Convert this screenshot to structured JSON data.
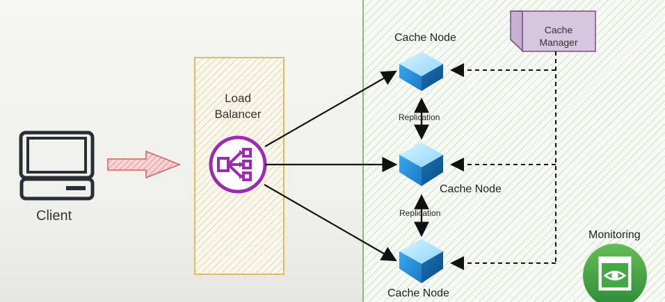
{
  "client": {
    "label": "Client",
    "icon": "computer-icon"
  },
  "load_balancer": {
    "line1": "Load",
    "line2": "Balancer",
    "icon": "load-balancer-icon"
  },
  "cache_nodes": [
    {
      "label": "Cache Node",
      "icon": "cube-icon"
    },
    {
      "label": "Cache Node",
      "icon": "cube-icon"
    },
    {
      "label": "Cache Node",
      "icon": "cube-icon"
    }
  ],
  "replication": [
    {
      "label": "Replication"
    },
    {
      "label": "Replication"
    }
  ],
  "cache_manager": {
    "line1": "Cache",
    "line2": "Manager"
  },
  "monitoring": {
    "label": "Monitoring",
    "icon": "eye-icon"
  },
  "colors": {
    "green": "#7fc36f",
    "lb_border": "#e2b95d",
    "lb_icon": "#9b2bb1",
    "manager_fill": "#cdb8d6",
    "cube_blue": "#1f8fd8",
    "monitoring_green": "#4aa84a"
  }
}
